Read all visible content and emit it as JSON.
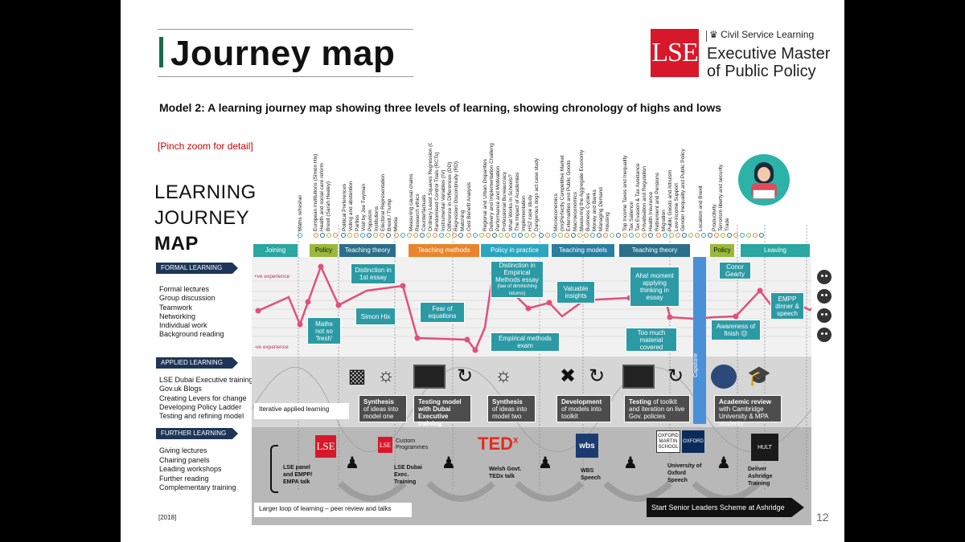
{
  "header": {
    "title": "Journey map",
    "subtitle": "Model 2: A learning journey map showing three levels of learning, showing chronology of highs and lows",
    "pinch": "[Pinch zoom for detail]",
    "year": "[2018]",
    "page_number": "12"
  },
  "branding": {
    "lse": "LSE",
    "csl": "Civil Service Learning",
    "program_line1": "Executive Master",
    "program_line2": "of Public Policy"
  },
  "map_title": {
    "line1": "LEARNING",
    "line2": "JOURNEY",
    "line3": "MAP"
  },
  "sections": {
    "formal": "FORMAL LEARNING",
    "applied": "APPLIED LEARNING",
    "further": "FURTHER LEARNING"
  },
  "formal_rows": [
    "Formal lectures",
    "Group discussion",
    "Teamwork",
    "Networking",
    "Individual work",
    "Background reading"
  ],
  "applied_rows": [
    "LSE Dubai Executive training",
    "Gov.uk Blogs",
    "Creating Levers for change",
    "Developing Policy Ladder",
    "Testing and refining model"
  ],
  "further_rows": [
    "Giving lectures",
    "Chairing panels",
    "Leading workshops",
    "Further reading",
    "Complementary training"
  ],
  "experience": {
    "positive": "+ve experience",
    "negative": "-ve experience"
  },
  "phases": [
    {
      "label": "Joining",
      "color": "#2ba6a0"
    },
    {
      "label": "Policy",
      "color": "#9ab93c"
    },
    {
      "label": "Teaching theory",
      "color": "#2b6f8a"
    },
    {
      "label": "Teaching methods",
      "color": "#e8852c"
    },
    {
      "label": "Policy in practice",
      "color": "#2ba6c0"
    },
    {
      "label": "Teaching models",
      "color": "#2a7ea0"
    },
    {
      "label": "Teaching theory",
      "color": "#2b6f8a"
    },
    {
      "label": "Policy",
      "color": "#9ab93c"
    },
    {
      "label": "Leaving",
      "color": "#2ba6a0"
    }
  ],
  "topics": [
    "Maths refresher",
    "European institutions (Simon Hix)",
    "Health and social care reform",
    "Brexit (Sarah Healey)",
    "Political Preferences",
    "Voting and abstention",
    "Parties",
    "Visit by Joe Twyman",
    "Populism",
    "Institutions",
    "Electoral Representation",
    "Brexit / Trump",
    "Media",
    "Measuring causal chains",
    "Research ethics",
    "Counterfactuals",
    "Ordinary Least Squares Regression (OLS)",
    "Randomised Control Trials (RCTs)",
    "Instrumental Variables (IV)",
    "Difference in Differences (DD)",
    "Regression Discontinuity (RD)",
    "Matching",
    "Cost Benefit Analysis",
    "Regional and Urban Disparities",
    "Delivery and Implementation Challenges",
    "Performance and Motivation",
    "Professional Bureaucracy",
    "What Works in Schools?",
    "The Impact of Academies",
    "Implementation",
    "HS2 case study",
    "Dangerous dogs act case study",
    "Microeconomics",
    "(Im)Perfectly Competitive Market",
    "Externalities and Public Goods",
    "Macroeconomics",
    "Measuring the Aggregate Economy",
    "Business Cycles",
    "Money and Banks",
    "Managing Demand",
    "Housing",
    "Top Income Taxes and Inequality",
    "Tax Salience",
    "Tax Evasion & Tax Avoidance",
    "Privatisation and Regulation",
    "Health Insurance",
    "Retirement and Pensions",
    "Migration",
    "Public Goods and Altruism",
    "Low-Income Support",
    "Gender Inequality and Public Policy",
    "Localism and Brexit",
    "Productivity",
    "Terrorism liberty and security",
    "Trade"
  ],
  "callouts": {
    "distinction": "Distinction in 1st essay",
    "maths": "Maths not so 'fresh'",
    "simon": "Simon Hix",
    "fear": "Fear of equations",
    "distinction_emp_1": "Distinction in Empirical Methods essay",
    "distinction_emp_2": "(law of diminishing returns)",
    "emp_exam": "Empirical methods exam",
    "valuable": "Valuable insights",
    "aha": "Aha! moment applying thinking in essay",
    "too_much": "Too much material covered",
    "capstone": "Capstone",
    "conor": "Conor Gearty",
    "awareness": "Awareness of finish ☹",
    "empp": "EMPP dinner & speech"
  },
  "applied_boxes": {
    "iterative": "Iterative applied learning",
    "b1_bold": "Synthesis",
    "b1_rest": "of ideas into model one",
    "b2_bold": "Testing model with Dubai Executive training",
    "b3_bold": "Synthesis",
    "b3_rest": "of ideas into model two",
    "b4_bold": "Development",
    "b4_rest": "of models into toolkit",
    "b5_bold": "Testing",
    "b5_rest": "of toolkit and iteration on live Gov. policies",
    "b6_bold": "Academic review",
    "b6_rest": "with Cambridge University & MPA students"
  },
  "further_items": {
    "i1": "LSE panel and EMPP/ EMPA talk",
    "i2": "LSE Dubai Exec. Training",
    "i3": "Welsh Govt. TEDx talk",
    "i4": "WBS Speech",
    "i5": "University of Oxford Speech",
    "i6": "Deliver Ashridge Training",
    "custom": "Custom Programmes",
    "ted": "TED",
    "ted_x": "x",
    "wbs": "wbs",
    "oxford_martin": "OXFORD MARTIN SCHOOL",
    "oxford": "OXFORD",
    "hult": "HULT",
    "loop": "Larger loop of learning – peer review and talks",
    "senior": "Start Senior Leaders Scheme at Ashridge"
  },
  "colors": {
    "line": "#e0507a",
    "teal": "#2b9aa5",
    "capstone": "#4a90d9",
    "lse_red": "#d7182a"
  }
}
